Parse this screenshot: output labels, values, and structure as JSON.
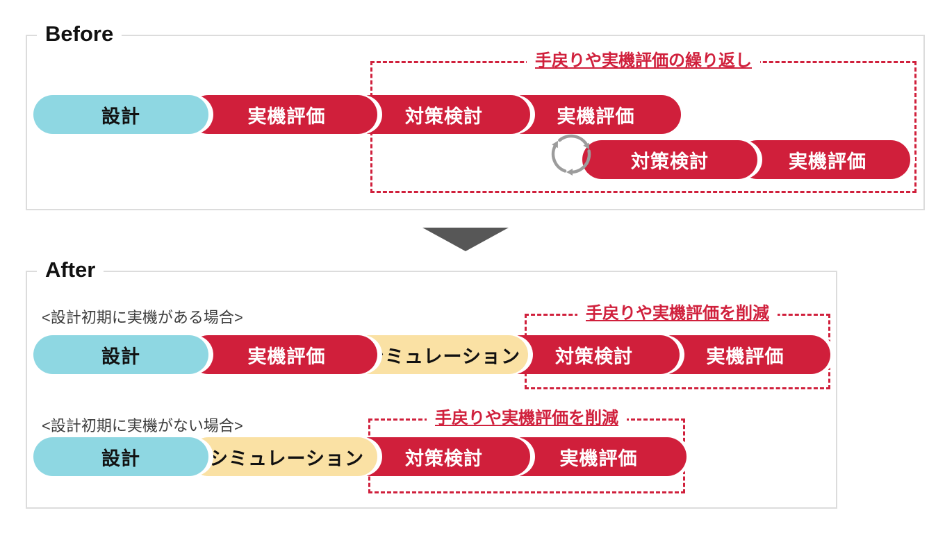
{
  "colors": {
    "pill_red": "#d01f3b",
    "pill_blue": "#8ed7e2",
    "pill_yellow": "#fae1a4",
    "annotation_red": "#d0203c",
    "arrow_gray": "#575757",
    "cycle_icon_gray": "#9c9c9c",
    "box_border_gray": "#dcdcdc"
  },
  "icons": {
    "cycle": "cycle-arrows",
    "transition": "down-arrow"
  },
  "before": {
    "title": "Before",
    "loop_label": "手戻りや実機評価の繰り返し",
    "row1": {
      "pills": [
        {
          "label": "設計",
          "color": "#8ed7e2"
        },
        {
          "label": "実機評価",
          "color": "#d01f3b"
        },
        {
          "label": "対策検討",
          "color": "#d01f3b"
        },
        {
          "label": "実機評価",
          "color": "#d01f3b"
        }
      ]
    },
    "row2": {
      "pills": [
        {
          "label": "対策検討",
          "color": "#d01f3b"
        },
        {
          "label": "実機評価",
          "color": "#d01f3b"
        }
      ]
    }
  },
  "after": {
    "title": "After",
    "case1": {
      "caption": "<設計初期に実機がある場合>",
      "reduction_label": "手戻りや実機評価を削減",
      "pills": [
        {
          "label": "設計",
          "color": "#8ed7e2"
        },
        {
          "label": "実機評価",
          "color": "#d01f3b"
        },
        {
          "label": "シミュレーション",
          "color": "#fae1a4"
        },
        {
          "label": "対策検討",
          "color": "#d01f3b"
        },
        {
          "label": "実機評価",
          "color": "#d01f3b"
        }
      ]
    },
    "case2": {
      "caption": "<設計初期に実機がない場合>",
      "reduction_label": "手戻りや実機評価を削減",
      "pills": [
        {
          "label": "設計",
          "color": "#8ed7e2"
        },
        {
          "label": "シミュレーション",
          "color": "#fae1a4"
        },
        {
          "label": "対策検討",
          "color": "#d01f3b"
        },
        {
          "label": "実機評価",
          "color": "#d01f3b"
        }
      ]
    }
  }
}
